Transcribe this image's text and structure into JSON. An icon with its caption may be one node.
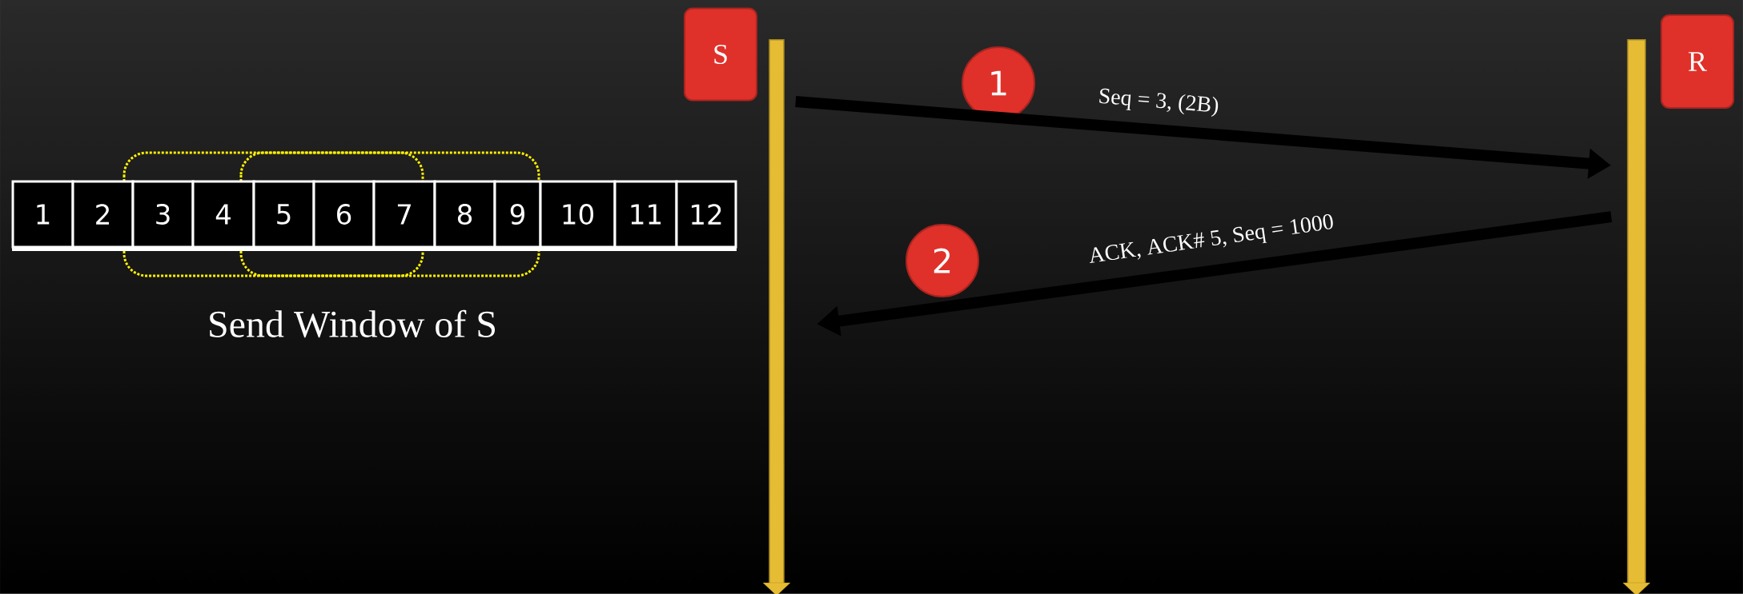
{
  "diagram": {
    "nodes": [
      {
        "text": [
          "1"
        ]
      },
      {
        "text": [
          "2"
        ]
      },
      {
        "text": [
          "3"
        ]
      },
      {
        "text": [
          "4"
        ]
      },
      {
        "text": [
          "5"
        ]
      },
      {
        "text": [
          "6"
        ]
      },
      {
        "text": [
          "7"
        ]
      },
      {
        "text": [
          "8"
        ]
      },
      {
        "text": [
          "9"
        ]
      },
      {
        "text": [
          "10"
        ]
      },
      {
        "text": [
          "11"
        ]
      },
      {
        "text": [
          "12"
        ]
      },
      {
        "text": [
          "S"
        ]
      },
      {
        "text": [
          "R"
        ]
      },
      {
        "text": [
          "1"
        ]
      },
      {
        "text": [
          "2"
        ]
      },
      {
        "text": [],
        "shape": "bar"
      },
      {
        "text": [],
        "shape": "bar"
      }
    ],
    "edges": [
      {
        "from": 16,
        "to": 17,
        "arrow": "to",
        "label": "Seq = 3, (2B)"
      },
      {
        "from": 17,
        "to": 16,
        "arrow": "to",
        "label": "ACK, ACK# 5, Seq = 1000"
      }
    ],
    "labels": [
      "Send Window of S"
    ]
  }
}
